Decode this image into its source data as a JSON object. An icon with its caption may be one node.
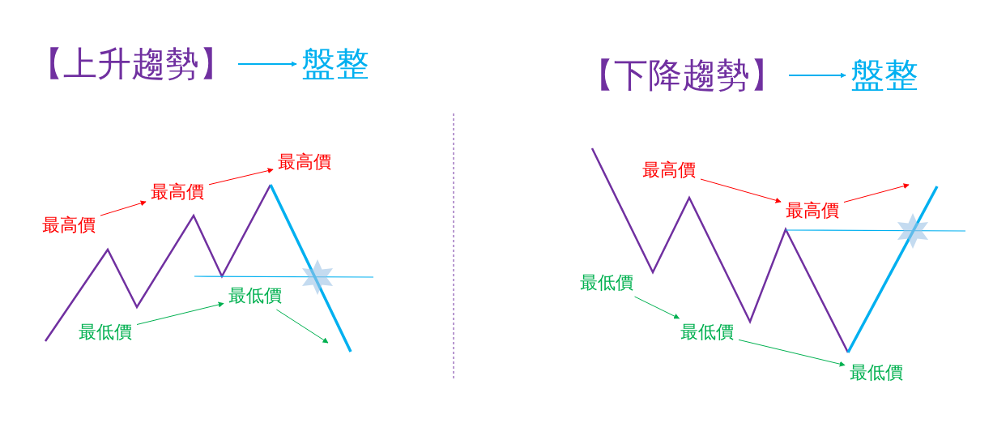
{
  "diagram": {
    "nodes": [
      {
        "text": [
          "【上升趨勢】"
        ]
      },
      {
        "text": [
          "盤整"
        ]
      },
      {
        "text": [
          "【下降趨勢】"
        ]
      },
      {
        "text": [
          "盤整"
        ]
      },
      {
        "text": [
          "最高價"
        ]
      },
      {
        "text": [
          "最高價"
        ]
      },
      {
        "text": [
          "最高價"
        ]
      },
      {
        "text": [
          "最低價"
        ]
      },
      {
        "text": [
          "最低價"
        ]
      },
      {
        "text": [
          "最高價"
        ]
      },
      {
        "text": [
          "最高價"
        ]
      },
      {
        "text": [
          "最低價"
        ]
      },
      {
        "text": [
          "最低價"
        ]
      },
      {
        "text": [
          "最低價"
        ]
      }
    ],
    "edges": [
      {
        "from": 0,
        "to": 1,
        "arrow": "to",
        "color": "#00b0f0"
      },
      {
        "from": 2,
        "to": 3,
        "arrow": "to",
        "color": "#00b0f0"
      },
      {
        "from": 4,
        "to": 5,
        "arrow": "to",
        "color": "#ff0000"
      },
      {
        "from": 5,
        "to": 6,
        "arrow": "to",
        "color": "#ff0000"
      },
      {
        "from": 7,
        "to": 8,
        "arrow": "to",
        "color": "#00b050"
      },
      {
        "from": 8,
        "to": null,
        "arrow": "to",
        "color": "#00b050"
      },
      {
        "from": 9,
        "to": 10,
        "arrow": "to",
        "color": "#ff0000"
      },
      {
        "from": 10,
        "to": null,
        "arrow": "to",
        "color": "#ff0000"
      },
      {
        "from": 11,
        "to": 12,
        "arrow": "to",
        "color": "#00b050"
      },
      {
        "from": 12,
        "to": 13,
        "arrow": "to",
        "color": "#00b050"
      }
    ]
  }
}
